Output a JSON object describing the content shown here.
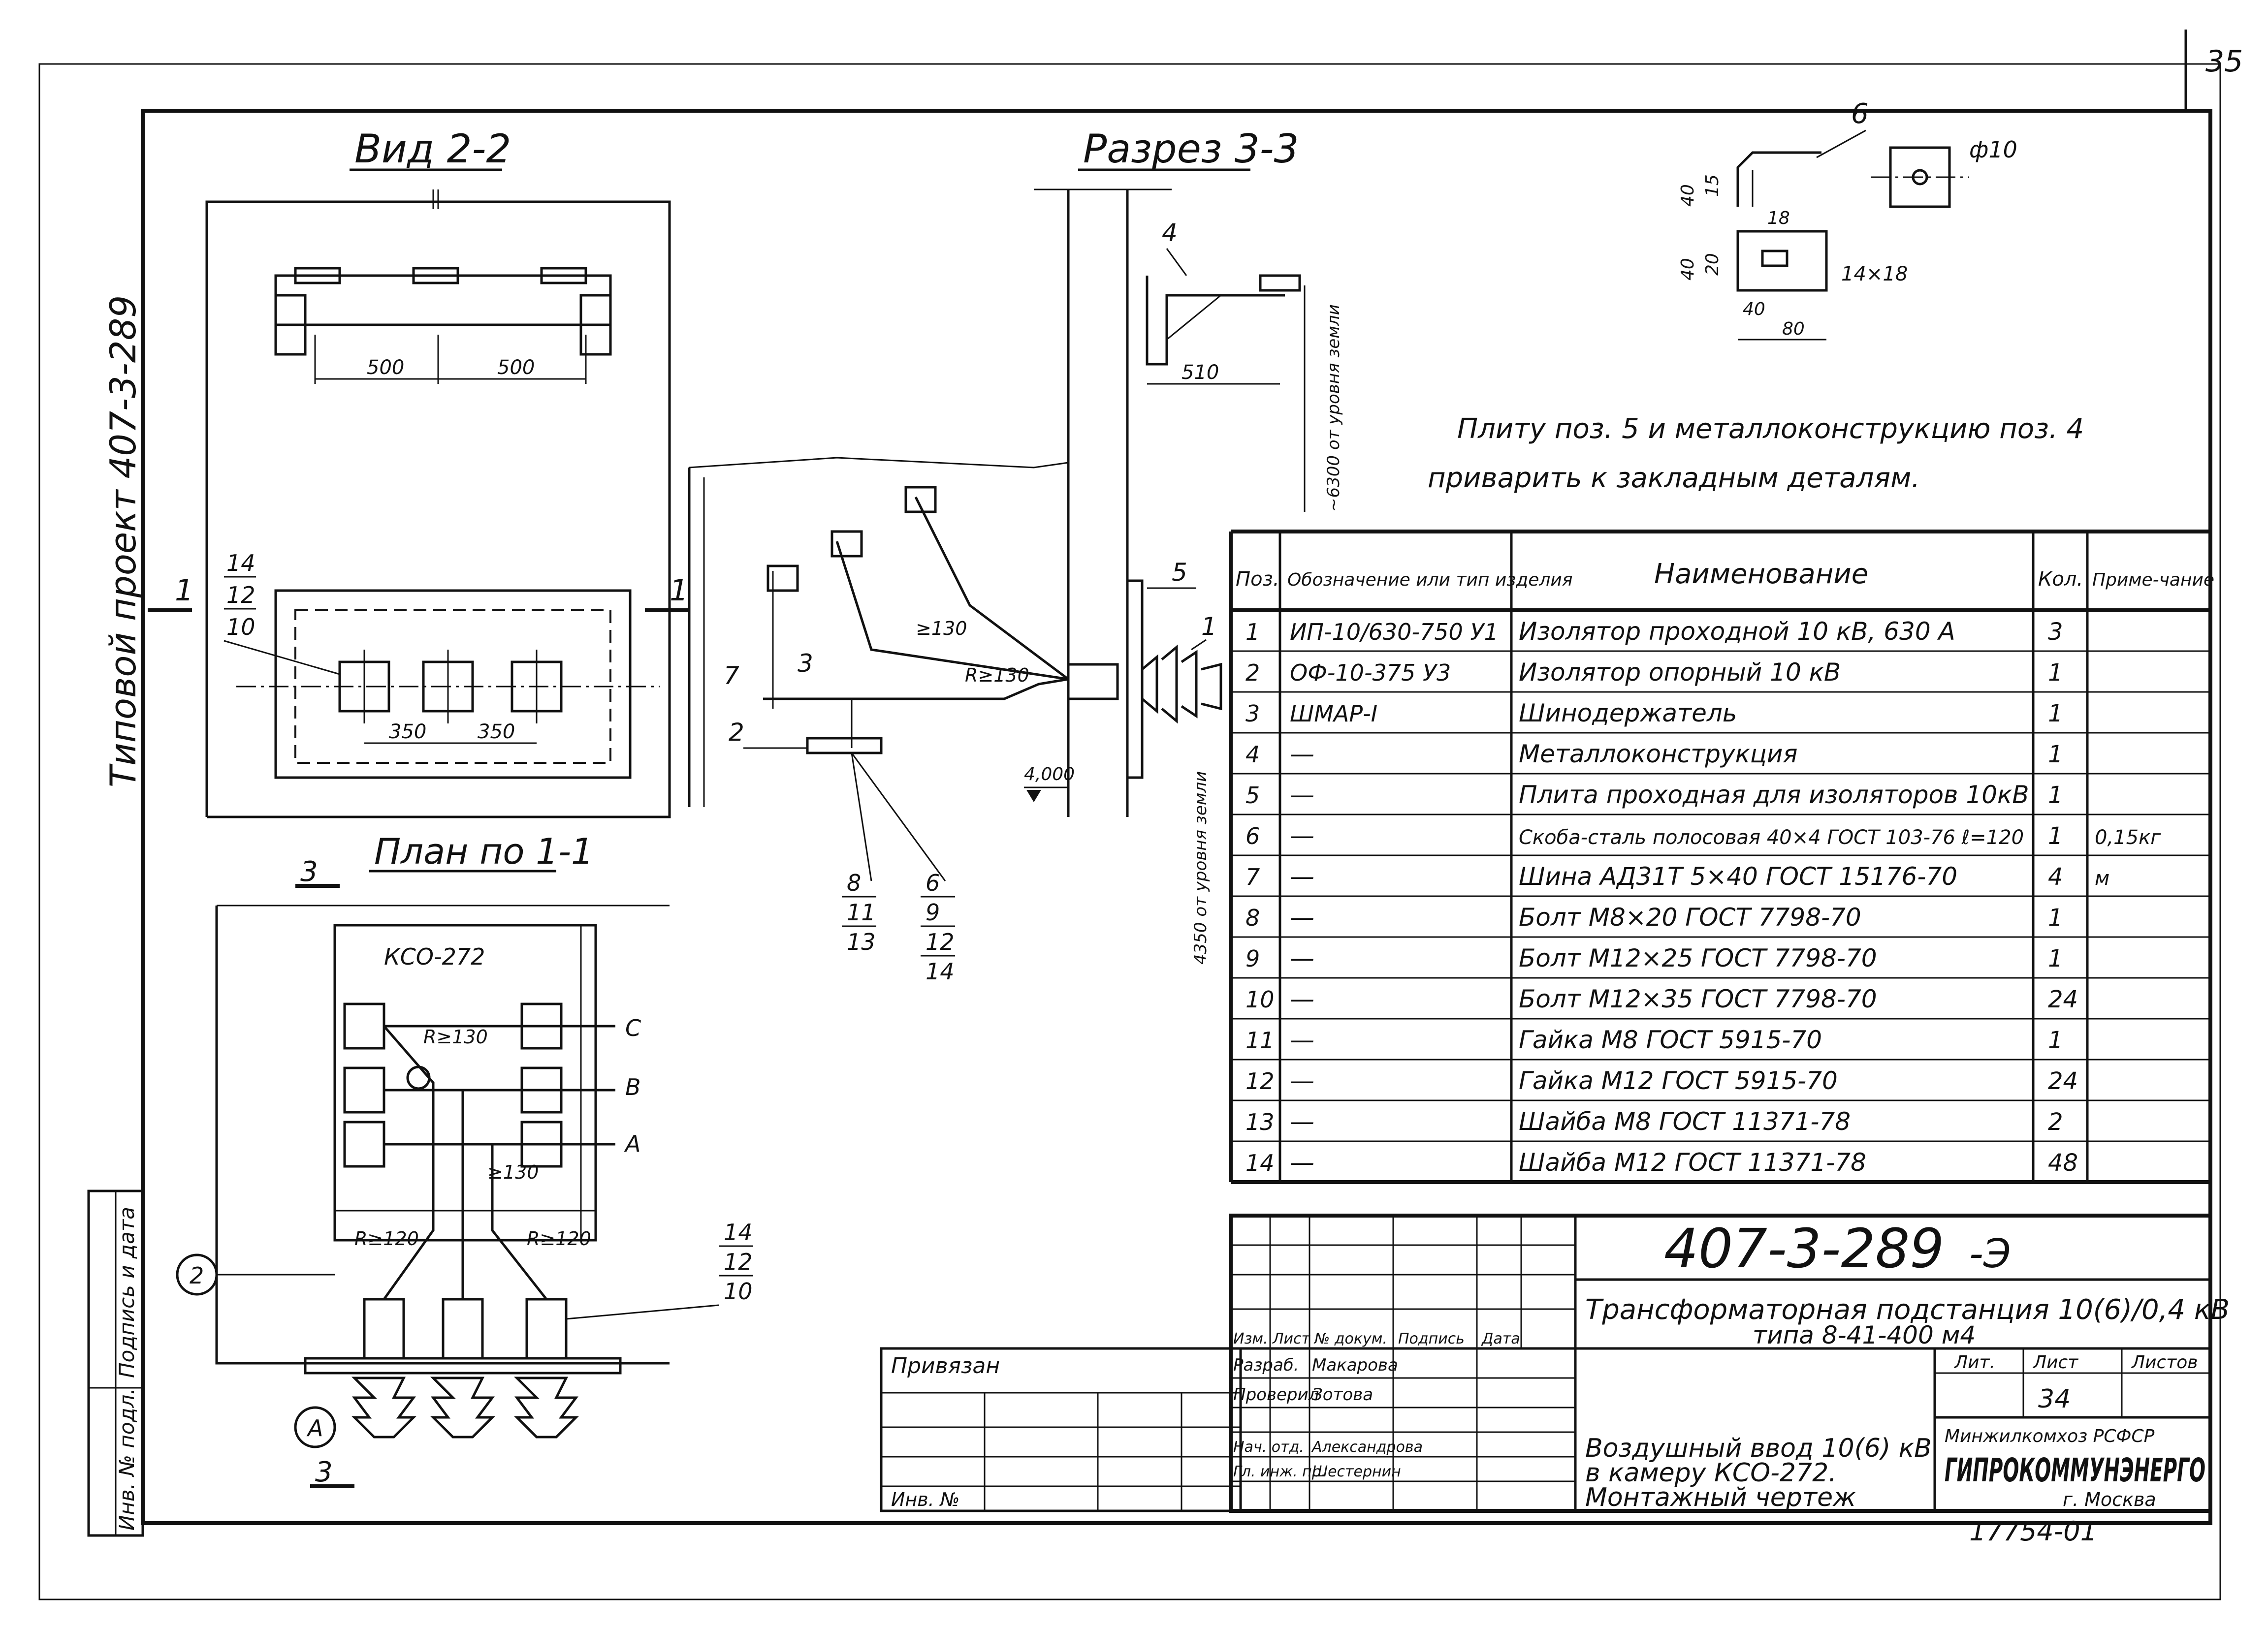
{
  "sheet_number_corner": "35",
  "side_label": "Типовой проект 407-3-289",
  "views": {
    "view_2_2": {
      "title": "Вид 2-2",
      "dims": [
        "500",
        "500",
        "350",
        "350"
      ],
      "callouts": [
        "14",
        "12",
        "10"
      ],
      "section_marks": [
        "1",
        "1"
      ]
    },
    "section_3_3": {
      "title": "Разрез 3-3",
      "dims": [
        "510"
      ],
      "levels": [
        "~6300 от уровня земли",
        "4,000",
        "4350 от уровня земли"
      ],
      "radii": [
        "≥130",
        "R≥130"
      ],
      "positions": [
        "4",
        "5",
        "1",
        "7",
        "3",
        "2"
      ],
      "callout_groups": [
        [
          "8",
          "11",
          "13"
        ],
        [
          "6",
          "9",
          "12",
          "14"
        ]
      ]
    },
    "plan_1_1": {
      "title": "План по 1-1",
      "cell_label": "КСО-272",
      "radii": [
        "R≥130",
        "≥130",
        "R≥120",
        "R≥120"
      ],
      "phases": [
        "С",
        "В",
        "А"
      ],
      "circles": [
        "2",
        "А"
      ],
      "section_marks": [
        "3",
        "3"
      ],
      "callouts": [
        "14",
        "12",
        "10"
      ]
    },
    "detail_6": {
      "position": "6",
      "dims": [
        "40",
        "15",
        "40",
        "20",
        "18",
        "40",
        "80"
      ],
      "hole": "ф10",
      "slot": "14×18"
    }
  },
  "note": {
    "line1": "Плиту поз. 5 и металлоконструкцию поз. 4",
    "line2": "приварить к закладным деталям."
  },
  "spec_table": {
    "headers": [
      "Поз.",
      "Обозначение или тип изделия",
      "Наименование",
      "Кол.",
      "Приме-чание"
    ],
    "rows": [
      [
        "1",
        "ИП-10/630-750 У1",
        "Изолятор проходной 10 кВ, 630 А",
        "3",
        ""
      ],
      [
        "2",
        "ОФ-10-375 У3",
        "Изолятор опорный 10 кВ",
        "1",
        ""
      ],
      [
        "3",
        "ШМАР-I",
        "Шинодержатель",
        "1",
        ""
      ],
      [
        "4",
        "—",
        "Металлоконструкция",
        "1",
        ""
      ],
      [
        "5",
        "—",
        "Плита проходная для изоляторов 10кВ",
        "1",
        ""
      ],
      [
        "6",
        "—",
        "Скоба-сталь полосовая 40×4 ГОСТ 103-76 ℓ=120",
        "1",
        "0,15кг"
      ],
      [
        "7",
        "—",
        "Шина АД31Т 5×40 ГОСТ 15176-70",
        "4",
        "м"
      ],
      [
        "8",
        "—",
        "Болт М8×20 ГОСТ 7798-70",
        "1",
        ""
      ],
      [
        "9",
        "—",
        "Болт М12×25 ГОСТ 7798-70",
        "1",
        ""
      ],
      [
        "10",
        "—",
        "Болт М12×35 ГОСТ 7798-70",
        "24",
        ""
      ],
      [
        "11",
        "—",
        "Гайка М8 ГОСТ 5915-70",
        "1",
        ""
      ],
      [
        "12",
        "—",
        "Гайка М12 ГОСТ 5915-70",
        "24",
        ""
      ],
      [
        "13",
        "—",
        "Шайба М8 ГОСТ 11371-78",
        "2",
        ""
      ],
      [
        "14",
        "—",
        "Шайба М12 ГОСТ 11371-78",
        "48",
        ""
      ]
    ]
  },
  "title_block": {
    "doc_code": "407-3-289",
    "doc_suffix": "-Э",
    "project_title_1": "Трансформаторная подстанция 10(6)/0,4 кВ",
    "project_title_2": "типа 8-41-400 м4",
    "sheet_title_1": "Воздушный ввод 10(6) кВ",
    "sheet_title_2": "в камеру КСО-272.",
    "sheet_title_3": "Монтажный чертеж",
    "col_headers": [
      "Изм.",
      "Лист",
      "№ докум.",
      "Подпись",
      "Дата"
    ],
    "staff": [
      {
        "role": "Разраб.",
        "name": "Макарова"
      },
      {
        "role": "Проверил",
        "name": "Зотова"
      },
      {
        "role": "Нач. отд.",
        "name": "Александрова"
      },
      {
        "role": "Гл. инж. пр.",
        "name": "Шестернин"
      }
    ],
    "lit_label": "Лит.",
    "sheet_label": "Лист",
    "sheets_label": "Листов",
    "sheet_value": "34",
    "org_line1": "Минжилкомхоз РСФСР",
    "org_name": "ГИПРОКОММУНЭНЕРГО",
    "org_city": "г. Москва",
    "bound_label": "Привязан",
    "inv_label": "Инв. №",
    "stamp_number": "17754-01"
  },
  "left_strip": {
    "signature_date": "Подпись и дата",
    "inv_orig": "Инв. № подл."
  }
}
